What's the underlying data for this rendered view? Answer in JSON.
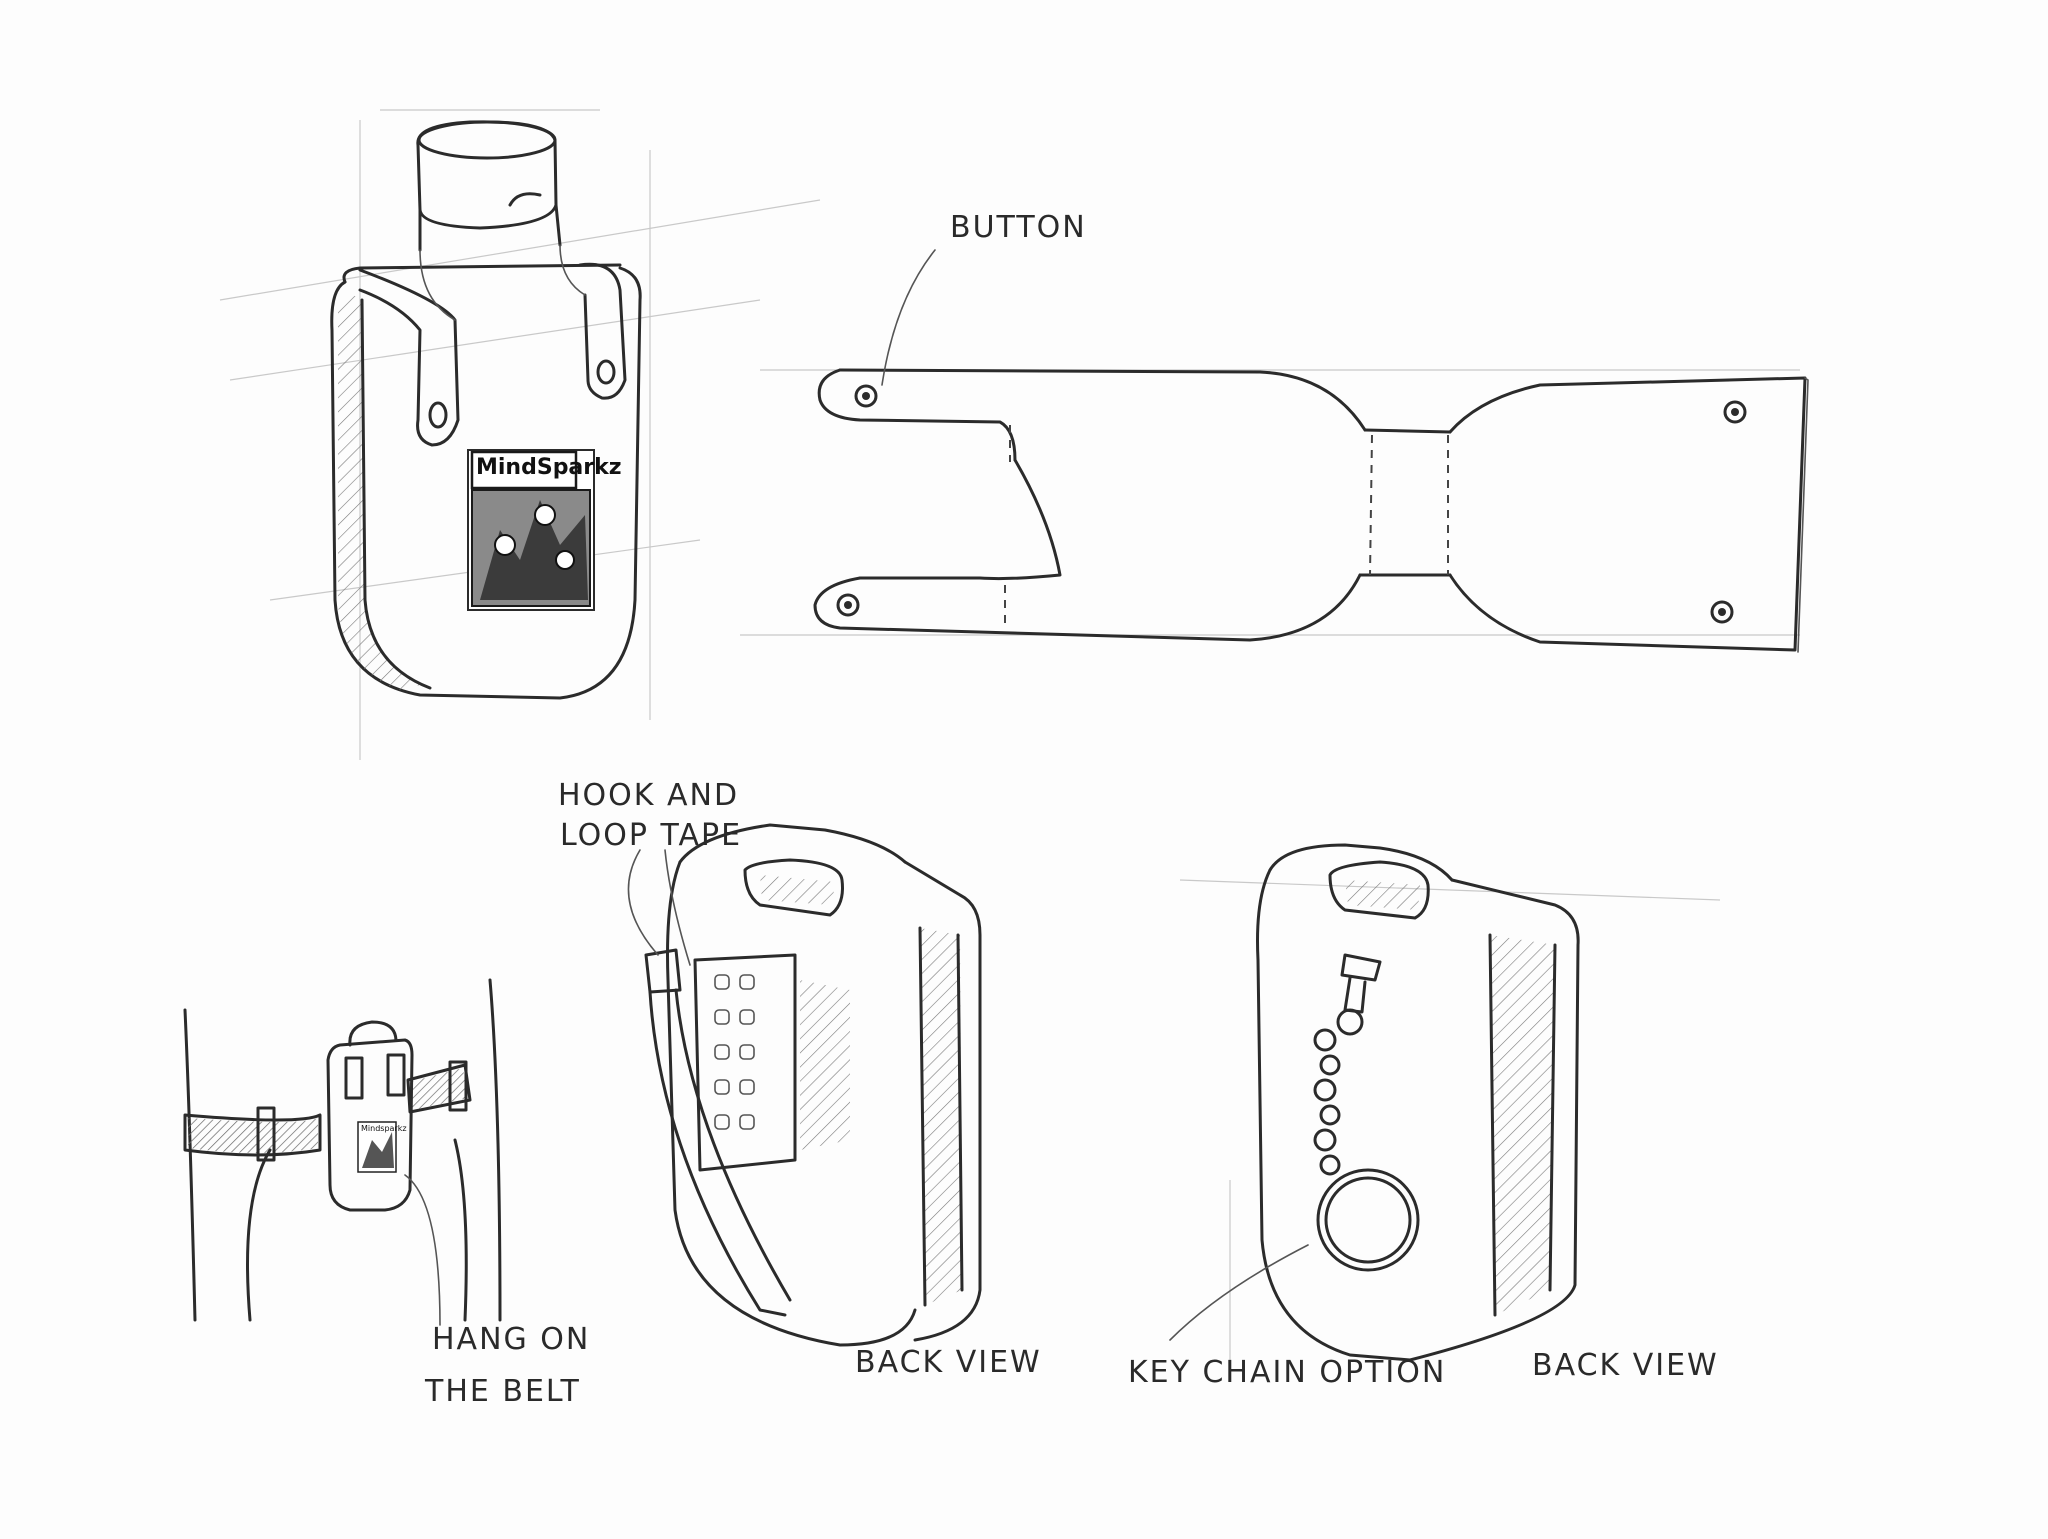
{
  "labels": {
    "button": "BUTTON",
    "hook_and_loop_line1": "HOOK AND",
    "hook_and_loop_line2": "LOOP TAPE",
    "hang_line1": "HANG ON",
    "hang_line2": "THE BELT",
    "back_view_1": "BACK VIEW",
    "key_chain": "KEY CHAIN OPTION",
    "back_view_2": "BACK VIEW"
  },
  "logo": {
    "text": "MindSparkz",
    "small_text": "Mindsparkz"
  },
  "colors": {
    "ink": "#2b2b2b",
    "paper": "#fdfdfd"
  }
}
